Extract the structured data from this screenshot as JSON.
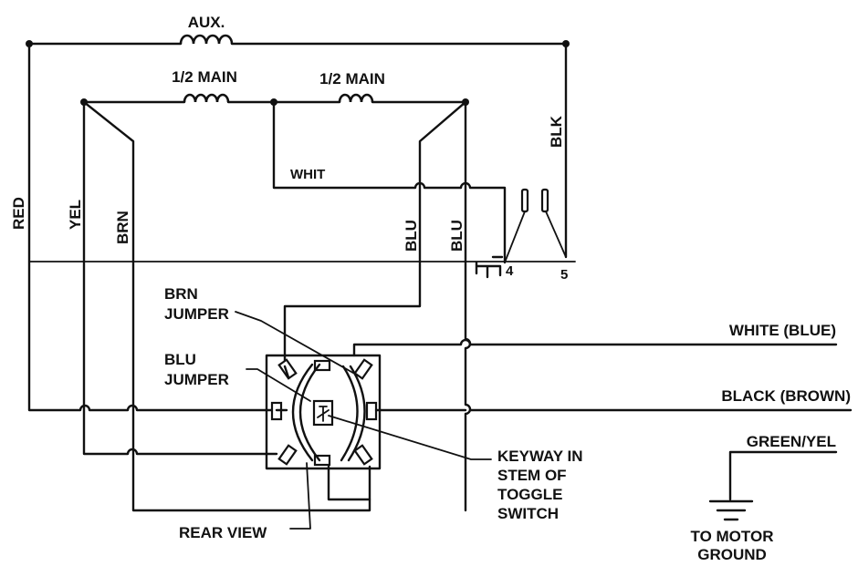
{
  "coils": {
    "aux": "AUX.",
    "main_left": "1/2 MAIN",
    "main_right": "1/2 MAIN"
  },
  "wires": {
    "red": "RED",
    "yel": "YEL",
    "brn": "BRN",
    "blu_1": "BLU",
    "blu_2": "BLU",
    "blk": "BLK",
    "whit": "WHIT"
  },
  "terminals": {
    "t4": "4",
    "t5": "5"
  },
  "callouts": {
    "brn_jumper_line1": "BRN",
    "brn_jumper_line2": "JUMPER",
    "blu_jumper_line1": "BLU",
    "blu_jumper_line2": "JUMPER",
    "keyway_line1": "KEYWAY IN",
    "keyway_line2": "STEM OF",
    "keyway_line3": "TOGGLE",
    "keyway_line4": "SWITCH",
    "rear_view": "REAR VIEW"
  },
  "leads": {
    "white_blue": "WHITE (BLUE)",
    "black_brown": "BLACK (BROWN)",
    "green_yel": "GREEN/YEL"
  },
  "ground": {
    "line1": "TO MOTOR",
    "line2": "GROUND"
  }
}
